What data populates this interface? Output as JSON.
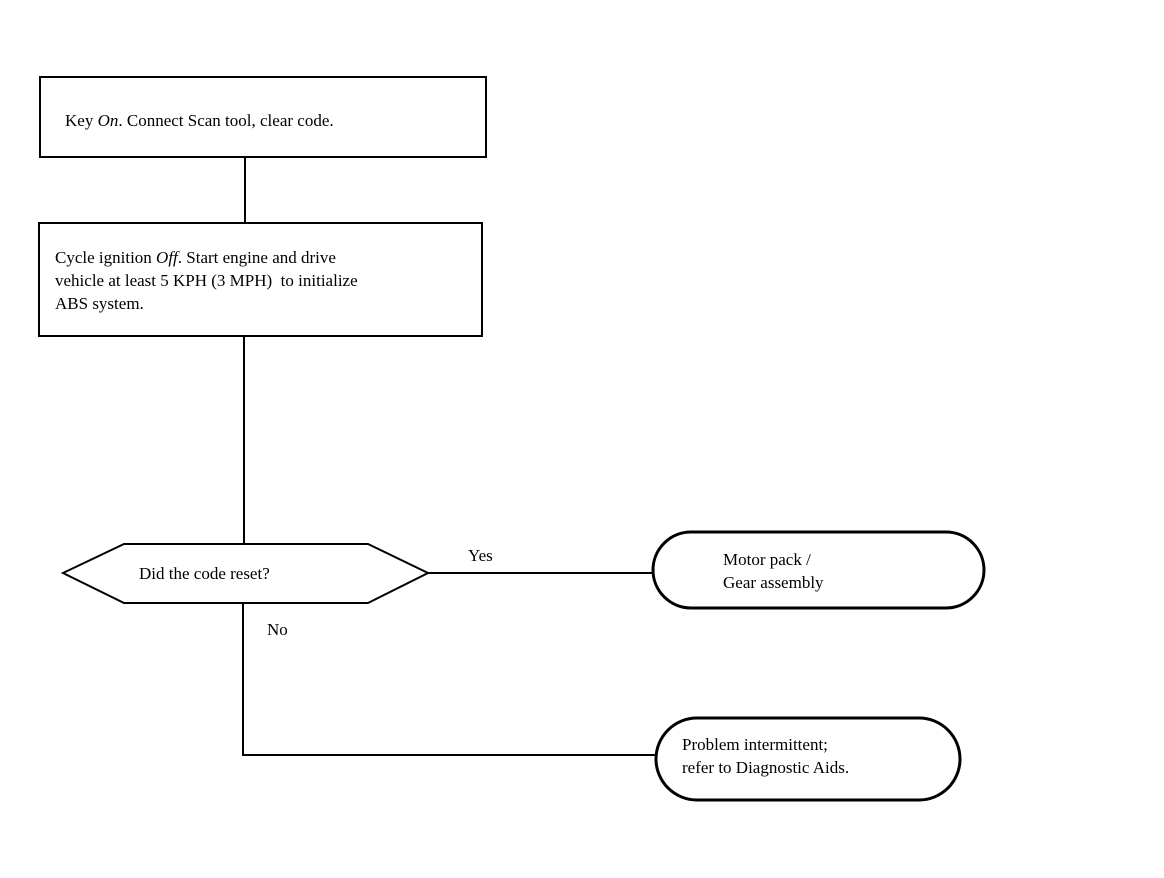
{
  "flowchart": {
    "step1": {
      "before": "Key ",
      "italic": "On",
      "after": ". Connect Scan tool, clear code."
    },
    "step2": {
      "line1_before": "Cycle ignition ",
      "line1_italic": "Off",
      "line1_after": ". Start engine and drive",
      "line2": "vehicle at least 5 KPH (3 MPH)  to initialize",
      "line3": "ABS system."
    },
    "decision": {
      "question": "Did the code reset?",
      "yes_label": "Yes",
      "no_label": "No"
    },
    "outcome_yes": {
      "line1": "Motor pack /",
      "line2": "Gear assembly"
    },
    "outcome_no": {
      "line1": "Problem intermittent;",
      "line2": "refer to Diagnostic Aids."
    }
  }
}
